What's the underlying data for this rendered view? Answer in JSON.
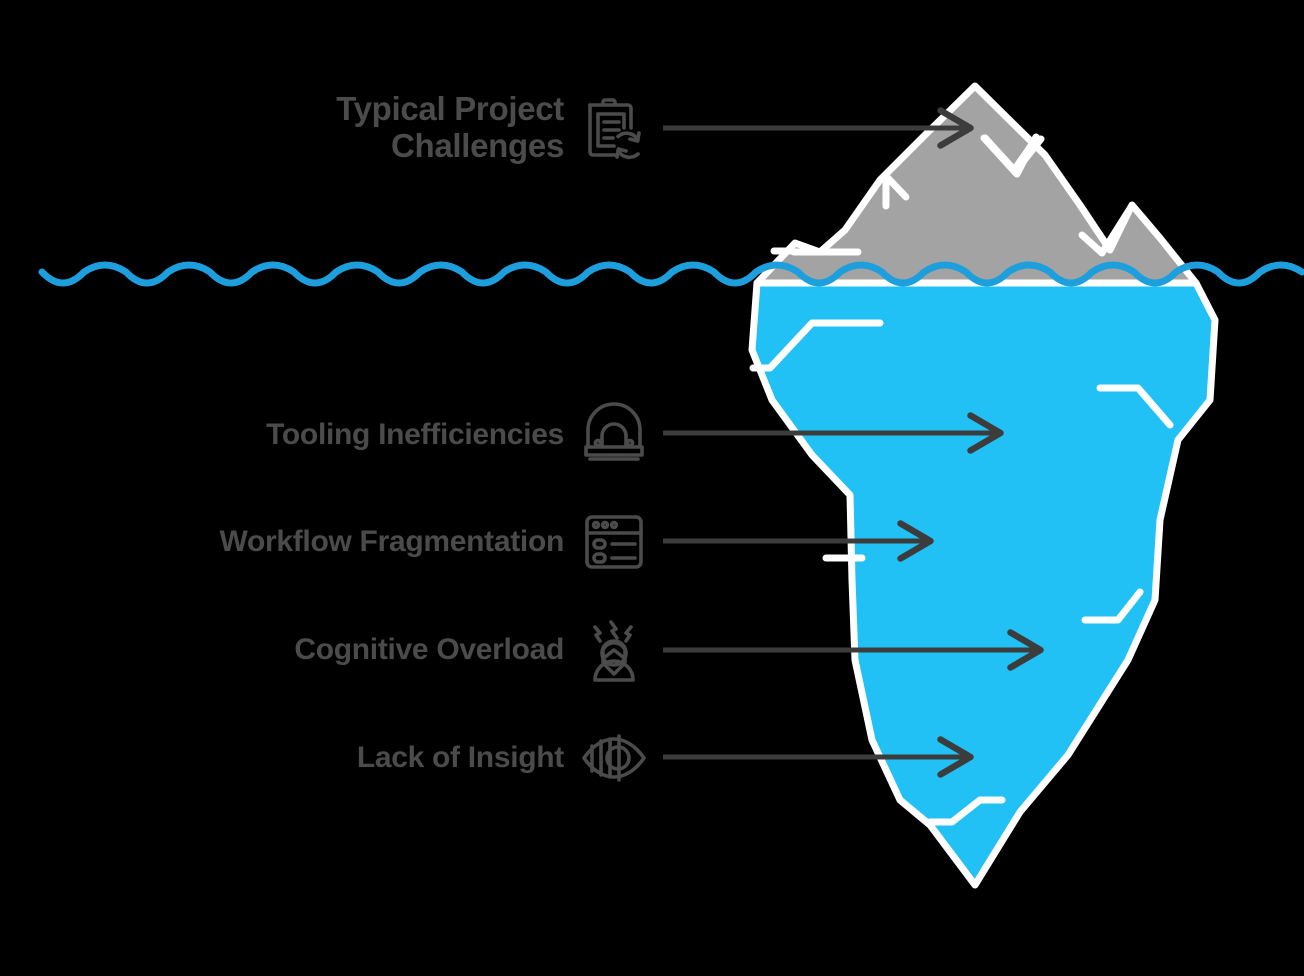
{
  "diagram": {
    "type": "iceberg",
    "title": "Typical Project Challenges",
    "background_color": "#000000",
    "colors": {
      "above_water_ice": "#a3a3a3",
      "below_water_ice": "#22c1f5",
      "crevasse_line": "#ffffff",
      "waterline": "#1e9fdd",
      "label_text": "#4b4b4b",
      "arrow": "#3c3c3c"
    }
  },
  "header": {
    "label": "Typical Project\nChallenges",
    "icon": "clipboard-refresh-icon",
    "zone": "above-water"
  },
  "items": [
    {
      "label": "Tooling Inefficiencies",
      "icon": "stapler-tool-icon",
      "zone": "below-water"
    },
    {
      "label": "Workflow Fragmentation",
      "icon": "window-list-icon",
      "zone": "below-water"
    },
    {
      "label": "Cognitive Overload",
      "icon": "stressed-person-icon",
      "zone": "below-water"
    },
    {
      "label": "Lack of Insight",
      "icon": "hidden-eye-icon",
      "zone": "below-water"
    }
  ]
}
